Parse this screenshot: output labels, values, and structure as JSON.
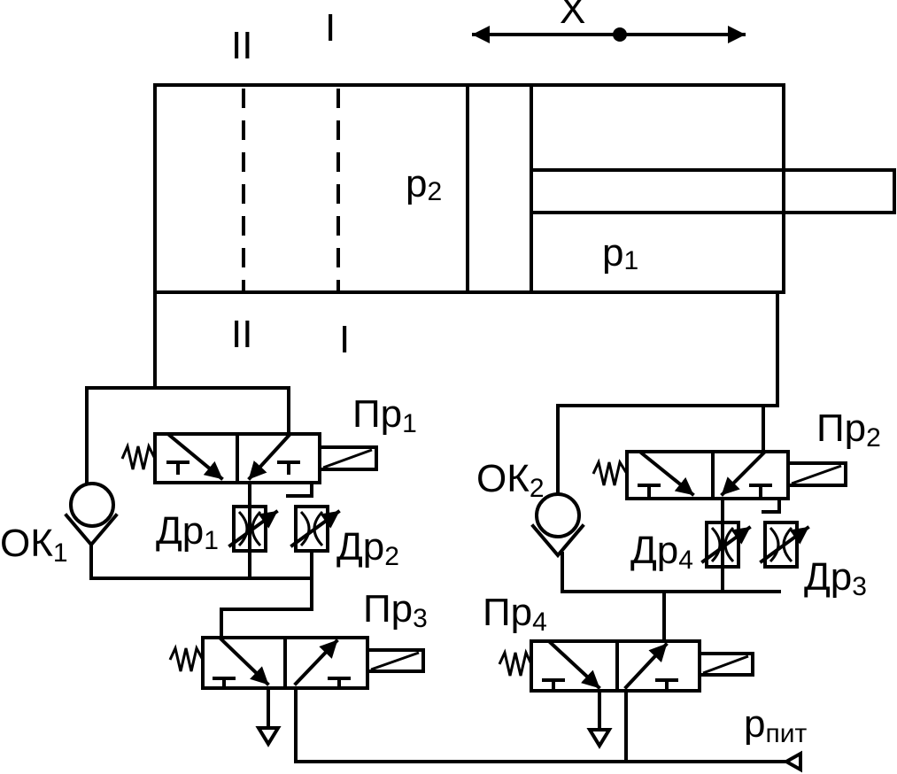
{
  "labels": {
    "x": "X",
    "section_top_2": "II",
    "section_top_1": "I",
    "section_bottom_2": "II",
    "section_bottom_1": "I",
    "p2": {
      "base": "p",
      "sub": "2"
    },
    "p1": {
      "base": "p",
      "sub": "1"
    },
    "pr1": {
      "base": "Пр",
      "sub": "1"
    },
    "pr2": {
      "base": "Пр",
      "sub": "2"
    },
    "pr3": {
      "base": "Пр",
      "sub": "3"
    },
    "pr4": {
      "base": "Пр",
      "sub": "4"
    },
    "ok1": {
      "base": "ОК",
      "sub": "1"
    },
    "ok2": {
      "base": "ОК",
      "sub": "2"
    },
    "dr1": {
      "base": "Др",
      "sub": "1"
    },
    "dr2": {
      "base": "Др",
      "sub": "2"
    },
    "dr3": {
      "base": "Др",
      "sub": "3"
    },
    "dr4": {
      "base": "Др",
      "sub": "4"
    },
    "supply": {
      "base": "p",
      "sub": "пит"
    }
  },
  "colors": {
    "line": "#000000",
    "background": "#ffffff"
  }
}
